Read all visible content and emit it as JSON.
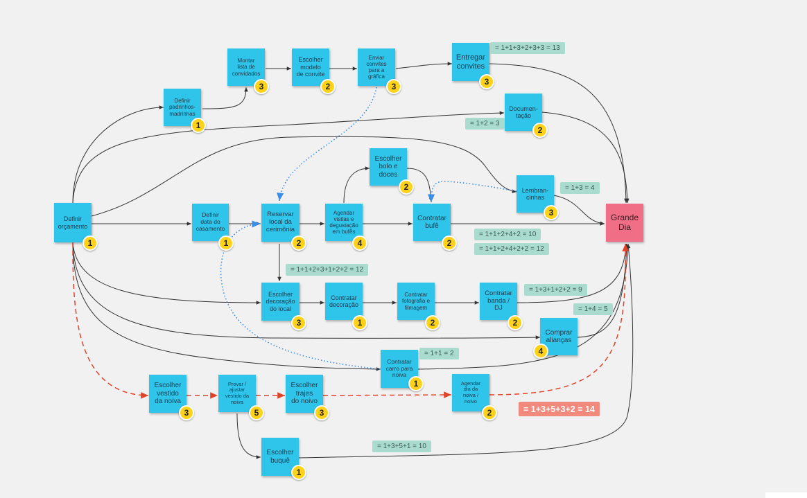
{
  "board": {
    "colors": {
      "background": "#f1f1f1",
      "note": "#2fc4ea",
      "final_note": "#f06f86",
      "badge": "#ffd21a",
      "sum_tag": "#a9dccf",
      "critical_tag": "#f18a7d",
      "connector": "#333333",
      "dependency_link": "#3a8ee6",
      "critical_path": "#e0432a"
    },
    "notes": [
      {
        "id": "definir-orcamento",
        "label": "Definir\norçamento",
        "badge": "1"
      },
      {
        "id": "definir-padrinhos",
        "label": "Definir\npadrinhos-\nmadrinhas",
        "badge": "1"
      },
      {
        "id": "montar-lista",
        "label": "Montar\nlista de\nconvidados",
        "badge": "3"
      },
      {
        "id": "escolher-modelo-convite",
        "label": "Escolher\nmodelo\nde convite",
        "badge": "2"
      },
      {
        "id": "enviar-convites",
        "label": "Enviar\nconvites\npara a\ngráfica",
        "badge": "3"
      },
      {
        "id": "entregar-convites",
        "label": "Entregar\nconvites",
        "badge": "3"
      },
      {
        "id": "documentacao",
        "label": "Documen-\ntação",
        "badge": "2"
      },
      {
        "id": "definir-data",
        "label": "Definir\ndata do\ncasamento",
        "badge": "1"
      },
      {
        "id": "reservar-local",
        "label": "Reservar\nlocal da\ncerimônia",
        "badge": "2"
      },
      {
        "id": "agendar-visitas",
        "label": "Agendar\nvisitas e\ndegustação\nem bufês",
        "badge": "4"
      },
      {
        "id": "escolher-bolo",
        "label": "Escolher\nbolo e\ndoces",
        "badge": "2"
      },
      {
        "id": "contratar-bufe",
        "label": "Contratar\nbufê",
        "badge": "2"
      },
      {
        "id": "lembrancinhas",
        "label": "Lembran-\ncinhas",
        "badge": "3"
      },
      {
        "id": "grande-dia",
        "label": "Grande\nDia",
        "badge": ""
      },
      {
        "id": "escolher-decoracao-local",
        "label": "Escolher\ndecoração\ndo local",
        "badge": "3"
      },
      {
        "id": "contratar-decoracao",
        "label": "Contratar\ndecoração",
        "badge": "1"
      },
      {
        "id": "contratar-fotografia",
        "label": "Contratar\nfotografia e\nfilmagem",
        "badge": "2"
      },
      {
        "id": "contratar-banda",
        "label": "Contratar\nbanda /\nDJ",
        "badge": "2"
      },
      {
        "id": "comprar-aliancas",
        "label": "Comprar\nalianças",
        "badge": "4"
      },
      {
        "id": "contratar-carro",
        "label": "Contratar\ncarro para\nnoiva",
        "badge": "1"
      },
      {
        "id": "escolher-vestido",
        "label": "Escolher\nvestido\nda noiva",
        "badge": "3"
      },
      {
        "id": "provar-vestido",
        "label": "Provar /\najustar\nvestido da\nnoiva",
        "badge": "5"
      },
      {
        "id": "escolher-trajes",
        "label": "Escolher\ntrajes\ndo noivo",
        "badge": "3"
      },
      {
        "id": "agendar-dia-noiva",
        "label": "Agendar\ndia da\nnoiva /\nnoivo",
        "badge": "2"
      },
      {
        "id": "escolher-buque",
        "label": "Escolher\nbuquê",
        "badge": "1"
      }
    ],
    "sums": [
      {
        "id": "sum-convites",
        "text": "= 1+1+3+2+3+3 = 13"
      },
      {
        "id": "sum-documentacao",
        "text": "= 1+2 = 3"
      },
      {
        "id": "sum-lembrancinhas",
        "text": "= 1+3 = 4"
      },
      {
        "id": "sum-bufe-1",
        "text": "= 1+1+2+4+2 = 10"
      },
      {
        "id": "sum-bufe-2",
        "text": "= 1+1+2+4+2+2 = 12"
      },
      {
        "id": "sum-decoracao",
        "text": "= 1+1+2+3+1+2+2 = 12"
      },
      {
        "id": "sum-banda",
        "text": "= 1+3+1+2+2 = 9"
      },
      {
        "id": "sum-aliancas",
        "text": "= 1+4 = 5"
      },
      {
        "id": "sum-carro",
        "text": "= 1+1 = 2"
      },
      {
        "id": "sum-critico",
        "text": "= 1+3+5+3+2 = 14"
      },
      {
        "id": "sum-buque",
        "text": "= 1+3+5+1 = 10"
      }
    ]
  }
}
